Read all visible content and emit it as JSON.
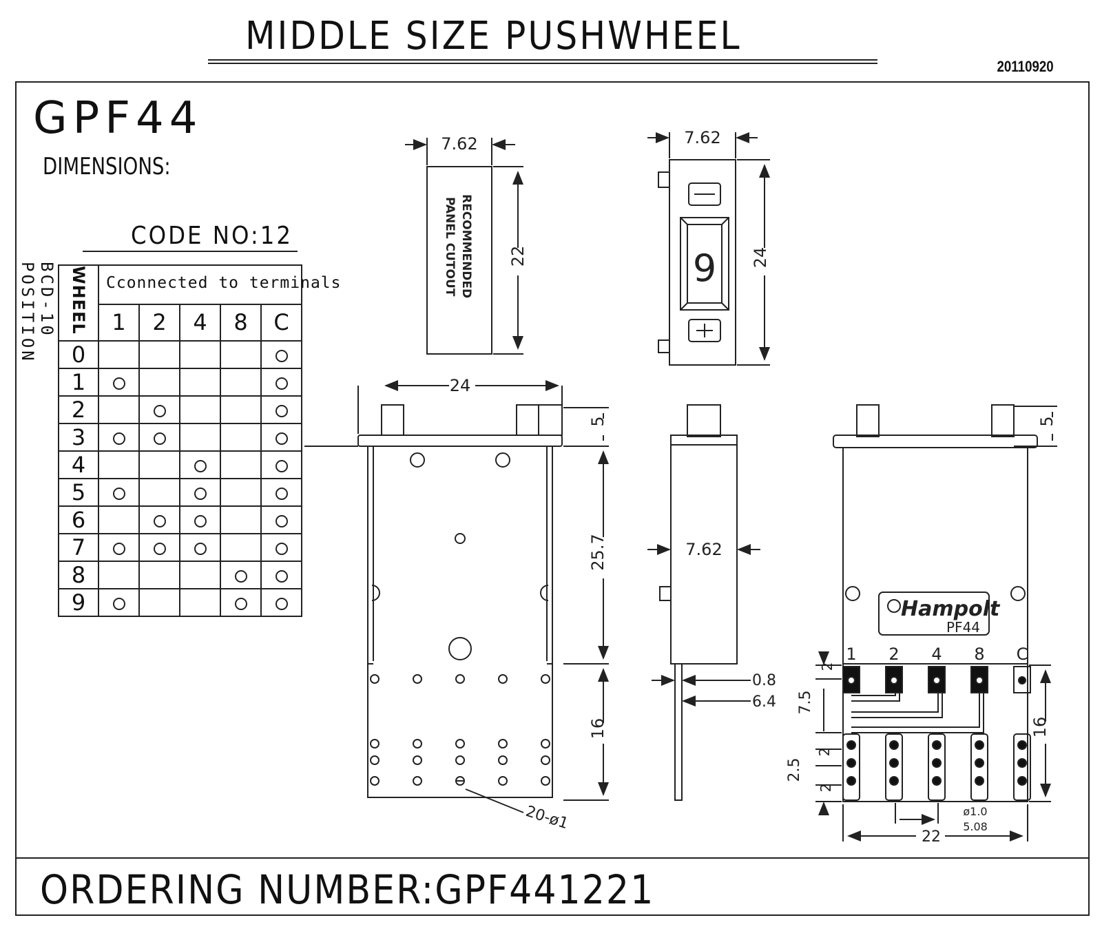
{
  "header": {
    "title": "MIDDLE SIZE PUSHWHEEL",
    "date": "20110920"
  },
  "model": "GPF44",
  "dimensions_label": "DIMENSIONS:",
  "code_label": "CODE NO:12",
  "bcd_label": "BCD-10 POSITION",
  "table": {
    "wheel_header": "WHEEL",
    "connected_header": "Cconnected to terminals",
    "terminals": [
      "1",
      "2",
      "4",
      "8",
      "C"
    ],
    "rows": [
      {
        "wheel": "0",
        "marks": [
          false,
          false,
          false,
          false,
          true
        ]
      },
      {
        "wheel": "1",
        "marks": [
          true,
          false,
          false,
          false,
          true
        ]
      },
      {
        "wheel": "2",
        "marks": [
          false,
          true,
          false,
          false,
          true
        ]
      },
      {
        "wheel": "3",
        "marks": [
          true,
          true,
          false,
          false,
          true
        ]
      },
      {
        "wheel": "4",
        "marks": [
          false,
          false,
          true,
          false,
          true
        ]
      },
      {
        "wheel": "5",
        "marks": [
          true,
          false,
          true,
          false,
          true
        ]
      },
      {
        "wheel": "6",
        "marks": [
          false,
          true,
          true,
          false,
          true
        ]
      },
      {
        "wheel": "7",
        "marks": [
          true,
          true,
          true,
          false,
          true
        ]
      },
      {
        "wheel": "8",
        "marks": [
          false,
          false,
          false,
          true,
          true
        ]
      },
      {
        "wheel": "9",
        "marks": [
          true,
          false,
          false,
          true,
          true
        ]
      }
    ]
  },
  "cutout": {
    "width": "7.62",
    "height": "22",
    "label_line1": "RECOMMENDED",
    "label_line2": "PANEL CUTOUT"
  },
  "front_view": {
    "width": "7.62",
    "height": "24",
    "digit": "9",
    "minus": "−",
    "plus": "+"
  },
  "rear_view": {
    "width": "24",
    "button_height": "5",
    "body_height": "25.7",
    "pcb_height": "16",
    "holes": "20-ø1"
  },
  "side_view": {
    "width": "7.62",
    "thickness": "0.8",
    "offset": "6.4"
  },
  "pcb_view": {
    "terminals": [
      "1",
      "2",
      "4",
      "8",
      "C"
    ],
    "brand": "Hampolt",
    "brand_model": "PF44",
    "button_height": "5",
    "pcb_height": "16",
    "dim_2a": "2",
    "dim_75": "7.5",
    "dim_2b": "2",
    "dim_25": "2.5",
    "dim_2c": "2",
    "hole_dia": "ø1.0",
    "pitch": "5.08",
    "width": "22"
  },
  "ordering": "ORDERING NUMBER:GPF441221"
}
